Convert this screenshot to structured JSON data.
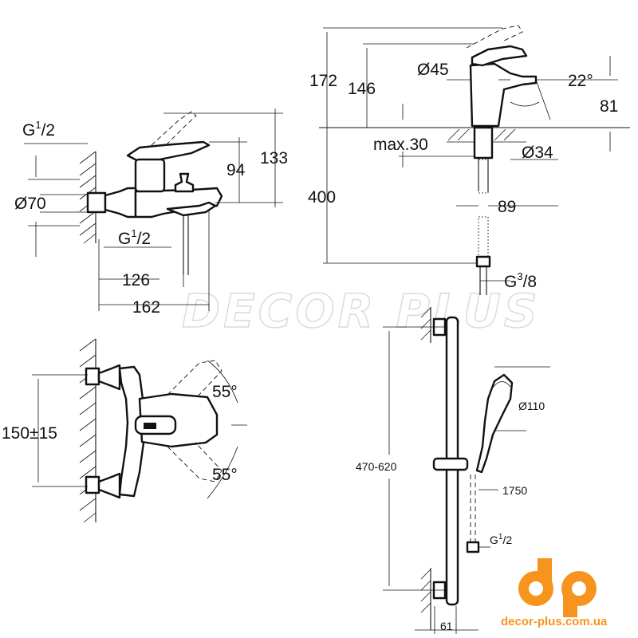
{
  "watermark": "DECOR PLUS",
  "brand": {
    "logo_text": "dp",
    "url": "decor-plus.com.ua",
    "color": "#f7941d"
  },
  "bath_mixer_side": {
    "g_top": {
      "main": "G",
      "sup": "1",
      "sub": "/2"
    },
    "d70": "Ø70",
    "g_bottom": {
      "main": "G",
      "sup": "1",
      "sub": "/2"
    },
    "d126": "126",
    "d162": "162",
    "d94": "94",
    "d133": "133"
  },
  "basin_mixer": {
    "d172": "172",
    "d146": "146",
    "d45": "Ø45",
    "angle22": "22°",
    "d81": "81",
    "max30": "max.30",
    "d34": "Ø34",
    "d400": "400",
    "d89": "89",
    "g38": {
      "main": "G",
      "sup": "3",
      "sub": "/8"
    }
  },
  "bath_mixer_front": {
    "d150": "150±15",
    "angle_top": "55°",
    "angle_bottom": "55°"
  },
  "shower_set": {
    "rail": "470-620",
    "head": "Ø110",
    "hose": "1750",
    "g_hose": {
      "main": "G",
      "sup": "1",
      "sub": "/2"
    },
    "d61": "61"
  }
}
